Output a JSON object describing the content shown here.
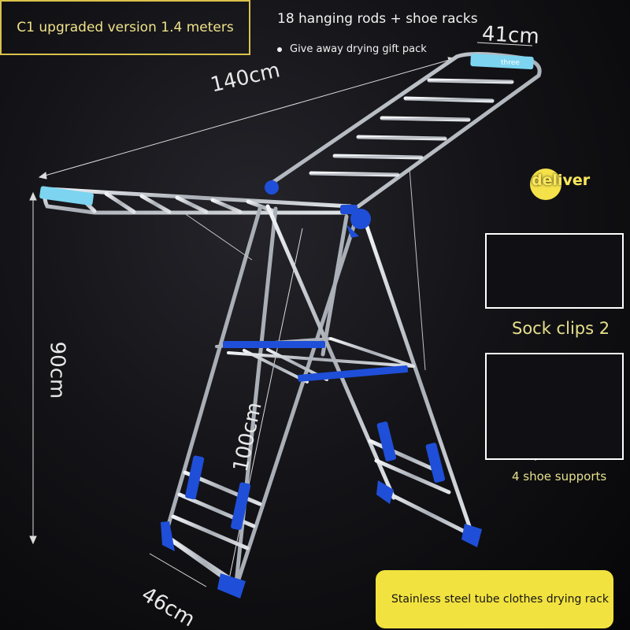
{
  "header": {
    "title": "C1 upgraded version 1.4 meters"
  },
  "features": [
    "18 hanging rods + shoe racks",
    "Give away drying gift pack"
  ],
  "dimensions": {
    "width_top": "41cm",
    "length": "140cm",
    "height_side": "90cm",
    "height_leg": "100cm",
    "base": "46cm"
  },
  "clip_label": "three",
  "badge": "deliver",
  "insets": {
    "sock_caption": "Sock clips 2",
    "shoe_caption": "4 shoe supports"
  },
  "banner": "Stainless steel tube clothes drying rack",
  "colors": {
    "accent_yellow": "#f2e23f",
    "frame_border": "#d9c24a",
    "clip_blue": "#1f4fd8",
    "clip_cyan": "#7cd4f0",
    "steel": "#c8ccd2"
  }
}
